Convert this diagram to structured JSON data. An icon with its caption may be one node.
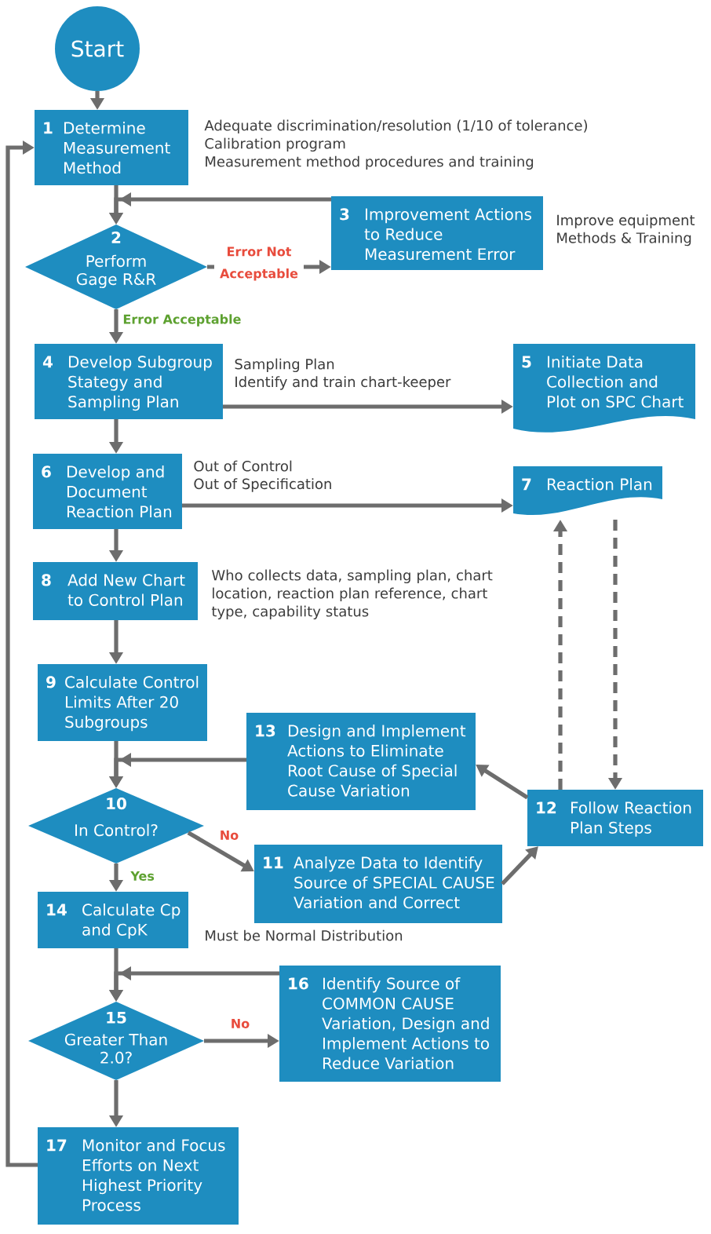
{
  "diagram": {
    "nodes": [
      {
        "text": [
          "Start"
        ]
      },
      {
        "text": [
          "1",
          "Determine Measurement Method"
        ],
        "beside": [
          "Adequate discrimination/resolution (1/10 of tolerance)",
          "Calibration program",
          "Measurement method procedures and training"
        ]
      },
      {
        "text": [
          "2",
          "Perform Gage R&R"
        ]
      },
      {
        "text": [
          "3",
          "Improvement Actions to Reduce Measurement Error"
        ],
        "beside": [
          "Improve equipment",
          "Methods & Training"
        ]
      },
      {
        "text": [
          "4",
          "Develop Subgroup Stategy and Sampling Plan"
        ],
        "beside": [
          "Sampling Plan",
          "Identify and train chart-keeper"
        ]
      },
      {
        "text": [
          "5",
          "Initiate Data Collection and Plot on SPC Chart"
        ]
      },
      {
        "text": [
          "6",
          "Develop and Document Reaction Plan"
        ],
        "beside": [
          "Out of Control",
          "Out of Specification"
        ]
      },
      {
        "text": [
          "7",
          "Reaction Plan"
        ]
      },
      {
        "text": [
          "8",
          "Add New Chart to Control Plan"
        ],
        "beside": [
          "Who collects data, sampling plan, chart location, reaction plan reference, chart type, capability status"
        ]
      },
      {
        "text": [
          "9",
          "Calculate Control Limits After 20 Subgroups"
        ]
      },
      {
        "text": [
          "10",
          "In Control?"
        ]
      },
      {
        "text": [
          "11",
          "Analyze Data to Identify Source of SPECIAL CAUSE Variation and Correct"
        ]
      },
      {
        "text": [
          "12",
          "Follow Reaction Plan Steps"
        ]
      },
      {
        "text": [
          "13",
          "Design and Implement Actions to Eliminate Root Cause of Special Cause Variation"
        ]
      },
      {
        "text": [
          "14",
          "Calculate Cp and CpK"
        ]
      },
      {
        "text": [
          "15",
          "Greater Than 2.0?"
        ]
      },
      {
        "text": [
          "16",
          "Identify Source of COMMON CAUSE Variation, Design and Implement Actions to Reduce Variation"
        ]
      },
      {
        "text": [
          "17",
          "Monitor and Focus Efforts on Next Highest Priority Process"
        ]
      }
    ],
    "edges": [
      {
        "from": 0,
        "to": 1,
        "arrow": "to"
      },
      {
        "from": 1,
        "to": 2,
        "arrow": "to"
      },
      {
        "from": 2,
        "to": 3,
        "arrow": "to",
        "label": "Error Not Acceptable"
      },
      {
        "from": 3,
        "to": 2,
        "arrow": "to"
      },
      {
        "from": 2,
        "to": 4,
        "arrow": "to",
        "label": "Error Acceptable"
      },
      {
        "from": 4,
        "to": 5,
        "arrow": "to"
      },
      {
        "from": 4,
        "to": 6,
        "arrow": "to"
      },
      {
        "from": 6,
        "to": 7,
        "arrow": "to"
      },
      {
        "from": 6,
        "to": 8,
        "arrow": "to"
      },
      {
        "from": 8,
        "to": 9,
        "arrow": "to"
      },
      {
        "from": 9,
        "to": 10,
        "arrow": "to"
      },
      {
        "from": 13,
        "to": 10,
        "arrow": "to"
      },
      {
        "from": 10,
        "to": 11,
        "arrow": "to",
        "label": "No"
      },
      {
        "from": 11,
        "to": 12,
        "arrow": "to"
      },
      {
        "from": 12,
        "to": 13,
        "arrow": "to"
      },
      {
        "from": 12,
        "to": 7,
        "arrow": "to",
        "style": "dashed"
      },
      {
        "from": 7,
        "to": 12,
        "arrow": "to",
        "style": "dashed"
      },
      {
        "from": 10,
        "to": 14,
        "arrow": "to",
        "label": "Yes"
      },
      {
        "from": 14,
        "to": 15,
        "arrow": "to"
      },
      {
        "from": 16,
        "to": 15,
        "arrow": "to"
      },
      {
        "from": 15,
        "to": 16,
        "arrow": "to",
        "label": "No"
      },
      {
        "from": 15,
        "to": 17,
        "arrow": "to"
      },
      {
        "from": 17,
        "to": 1,
        "arrow": "to"
      }
    ],
    "labels": [
      "Must be Normal Distribution"
    ]
  }
}
